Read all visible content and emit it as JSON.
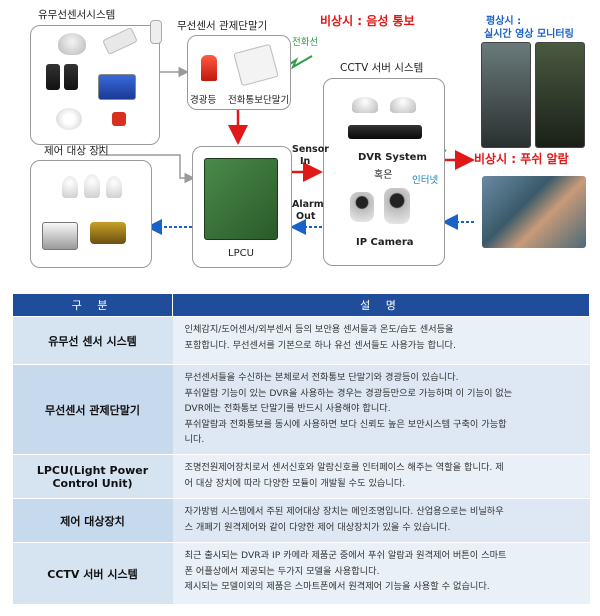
{
  "diagram": {
    "sensor_system_title": "유무선센서시스템",
    "wireless_terminal_title": "무선센서 관제단말기",
    "siren_label": "경광등",
    "phone_terminal_label": "전화통보단말기",
    "phone_line_label": "전화선",
    "emergency_voice": "비상시 : 음성 통보",
    "normal_monitor_line1": "평상시 :",
    "normal_monitor_line2": "실시간 영상 모니터링",
    "cctv_title": "CCTV 서버 시스템",
    "dvr_label": "DVR System",
    "or_label": "혹은",
    "ip_camera_label": "IP Camera",
    "internet_label": "인터넷",
    "emergency_push": "비상시 : 푸쉬 알람",
    "control_target_title": "제어 대상 장치",
    "lpcu_label": "LPCU",
    "sensor_in_line1": "Sensor",
    "sensor_in_line2": "In",
    "alarm_out_line1": "Alarm",
    "alarm_out_line2": "Out",
    "colors": {
      "red": "#e01818",
      "blue": "#1a62c8",
      "border": "#9a9a9a"
    }
  },
  "table": {
    "headers": [
      "구    분",
      "설  명"
    ],
    "rows": [
      {
        "name": "유무선 센서 시스템",
        "lines": [
          "인체감지/도어센서/외부센서 등의 보안용 센서들과 온도/습도 센서등을",
          "포함합니다. 무선센서를 기본으로 하나 유선 센서들도 사용가능 합니다."
        ]
      },
      {
        "name": "무선센서 관제단말기",
        "lines": [
          "무선센서들을 수신하는 본체로서 전화통보 단말기와 경광등이 있습니다.",
          "푸쉬알람 기능이 있는 DVR을 사용하는 경우는 경광등만으로 가능하며 이 기능이 없는",
          "DVR에는 전화통보 단말기를 반드시 사용해야 합니다.",
          "푸쉬알람과 전화통보를 동시에 사용하면 보다 신뢰도 높은  보안시스템 구축이 가능합",
          "니다."
        ]
      },
      {
        "name": "LPCU(Light Power Control Unit)",
        "lines": [
          "조명전원제어장치로서 센서신호와 알람신호를 인터페이스 해주는 역할을 합니다. 제",
          "어 대상 장치에 따라 다양한 모듈이 개발될 수도 있습니다."
        ]
      },
      {
        "name": "제어 대상장치",
        "lines": [
          "자가방범 시스템에서 주된 제어대상 장치는 메인조명입니다. 산업용으로는 비닐하우",
          "스 개폐기 원격제어와 같이 다양한 제어 대상장치가 있을 수 있습니다."
        ]
      },
      {
        "name": "CCTV 서버 시스템",
        "lines": [
          "최근 출시되는 DVR과 IP 카메라 제품군 중에서 푸쉬 알람과 원격제어 버튼이 스마트",
          "폰 어플상에서 제공되는 두가지 모델을 사용합니다.",
          "제시되는 모델이외의 제품은 스마트폰에서 원격제어 기능을 사용할 수 없습니다."
        ]
      }
    ]
  }
}
